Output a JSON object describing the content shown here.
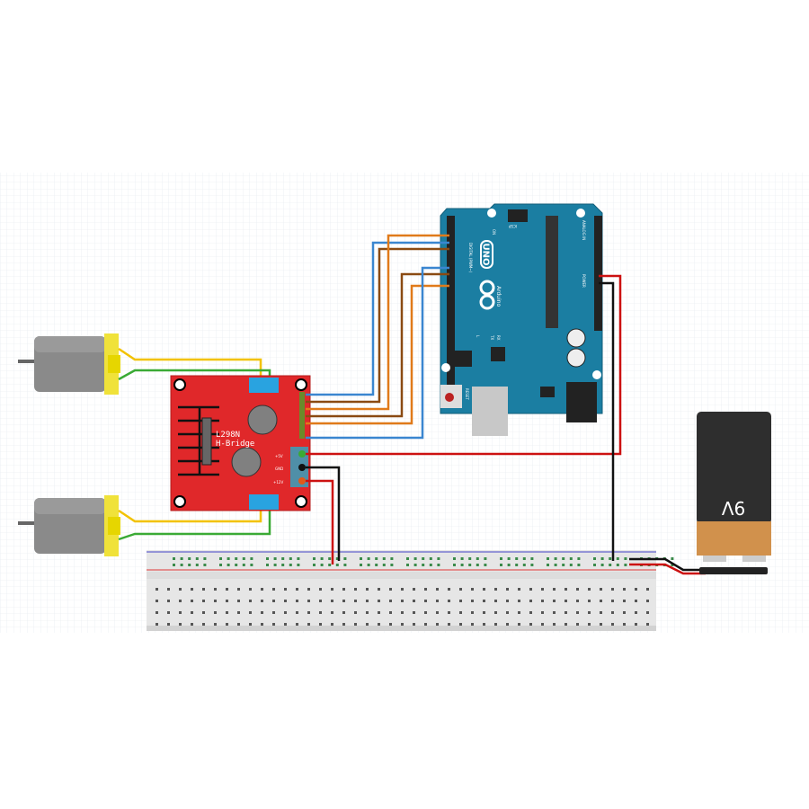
{
  "diagram": {
    "driver": {
      "name": "L298N",
      "subtitle": "H-Bridge",
      "pins": [
        "+5V",
        "GND",
        "+12V"
      ]
    },
    "arduino": {
      "model": "UNO",
      "brand": "Arduino",
      "labels": {
        "digital": "DIGITAL (PWM~)",
        "power": "POWER",
        "analog": "ANALOG IN",
        "icsp": "ICSP",
        "reset": "RESET",
        "on": "ON",
        "l": "L",
        "tx": "TX",
        "rx": "RX"
      }
    },
    "battery": {
      "label": "9V"
    },
    "colors": {
      "board_red": "#e0282a",
      "arduino_blue": "#1b7ea2",
      "wire_red": "#cc1111",
      "wire_black": "#111111",
      "wire_blue": "#3a86d0",
      "wire_brown": "#8a4a12",
      "wire_orange": "#e07a1a",
      "wire_yellow": "#f2c200",
      "wire_green": "#3aaa35",
      "terminal_blue": "#29a3e0",
      "battery_body": "#2e2e2e",
      "battery_band": "#d1914c"
    }
  }
}
